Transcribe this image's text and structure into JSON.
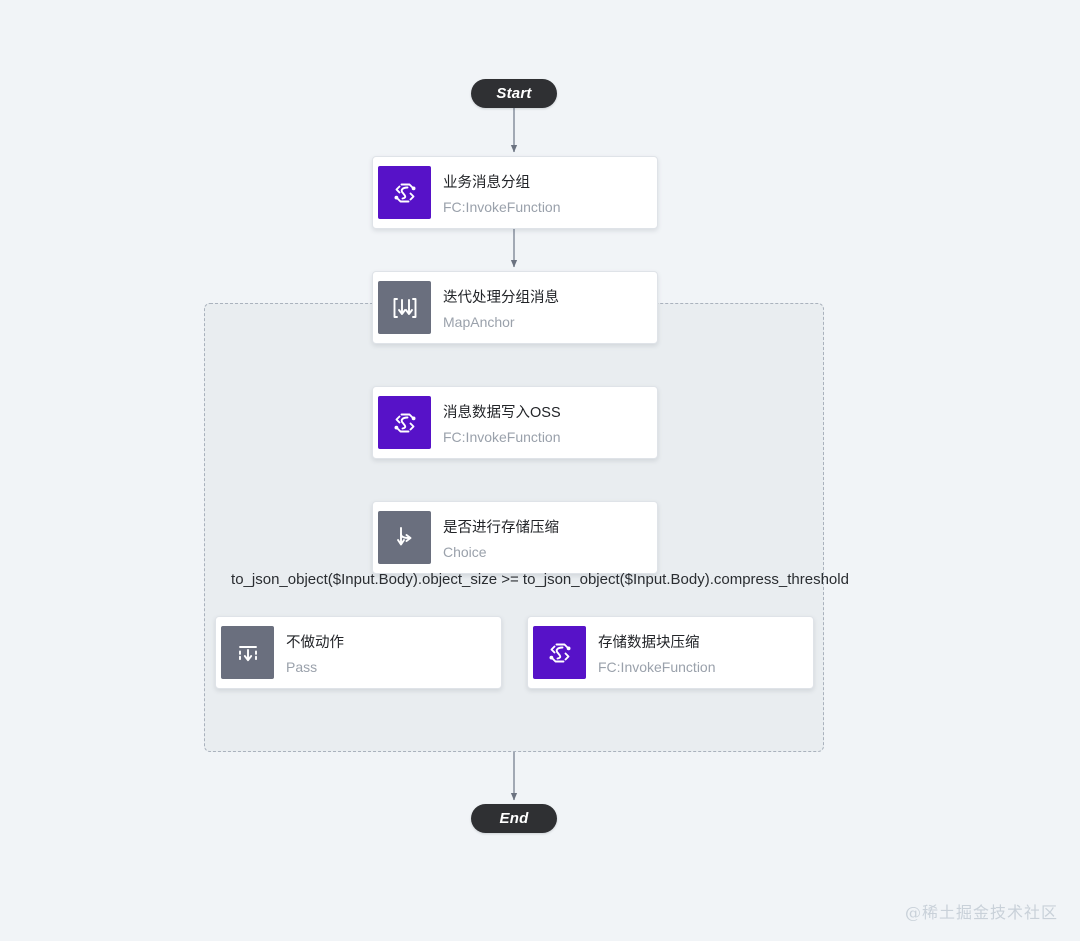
{
  "diagram": {
    "title": "Serverless Workflow Flowchart",
    "background_color": "#f1f4f7",
    "group_background_color": "#e9edf0",
    "accent_purple": "#5712c8",
    "accent_gray": "#6a6f7e",
    "terminal_color": "#2f3033",
    "edge_color": "#6b7280"
  },
  "terminals": {
    "start_label": "Start",
    "end_label": "End"
  },
  "nodes": [
    {
      "id": "group",
      "title": "业务消息分组",
      "subtitle": "FC:InvokeFunction",
      "icon": "fc-function-icon",
      "icon_color": "#5712c8"
    },
    {
      "id": "iterate",
      "title": "迭代处理分组消息",
      "subtitle": "MapAnchor",
      "icon": "map-anchor-icon",
      "icon_color": "#6a6f7e"
    },
    {
      "id": "oss",
      "title": "消息数据写入OSS",
      "subtitle": "FC:InvokeFunction",
      "icon": "fc-function-icon",
      "icon_color": "#5712c8"
    },
    {
      "id": "choice",
      "title": "是否进行存储压缩",
      "subtitle": "Choice",
      "icon": "choice-branch-icon",
      "icon_color": "#6a6f7e"
    },
    {
      "id": "pass",
      "title": "不做动作",
      "subtitle": "Pass",
      "icon": "pass-icon",
      "icon_color": "#6a6f7e"
    },
    {
      "id": "compress",
      "title": "存储数据块压缩",
      "subtitle": "FC:InvokeFunction",
      "icon": "fc-function-icon",
      "icon_color": "#5712c8"
    }
  ],
  "edges": {
    "condition_expression": "to_json_object($Input.Body).object_size >= to_json_object($Input.Body).compress_threshold"
  },
  "watermark": {
    "text": "@稀土掘金技术社区"
  }
}
